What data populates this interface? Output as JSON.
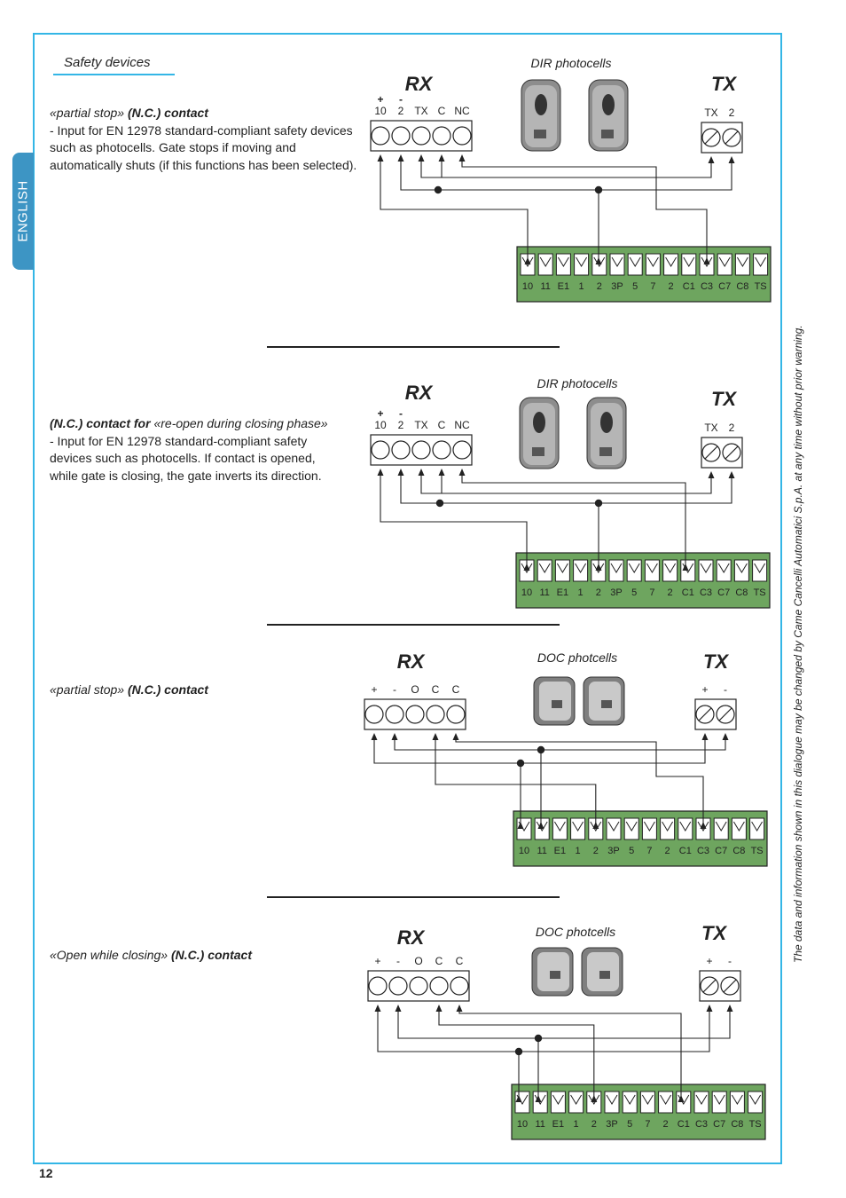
{
  "page": {
    "tab_label": "ENGLISH",
    "page_number": "12",
    "sidenote": "The data and information shown in this dialogue may be changed by Came Cancelli Automatici S.p.A. at any time without prior warning.",
    "heading": "Safety devices",
    "accent_color": "#33b6e6",
    "tab_color": "#3d95c4",
    "terminal_green": "#6ea55f"
  },
  "sections": [
    {
      "title_prefix": "«partial stop» ",
      "title_bold": "(N.C.) contact",
      "title_suffix": "",
      "body": "- Input for EN 12978 standard-compliant safety devices such as photocells. Gate stops if moving and automatically shuts (if this functions has been selected).",
      "photocells_label": "DIR photocells",
      "rx_label": "RX",
      "tx_label": "TX"
    },
    {
      "title_prefix": "",
      "title_bold": "(N.C.) contact for ",
      "title_suffix": "«re-open during closing phase»",
      "body": "- Input for EN 12978 standard-compliant safety devices such as photocells. If contact is opened, while gate is closing, the gate inverts its direction.",
      "photocells_label": "DIR photocells",
      "rx_label": "RX",
      "tx_label": "TX"
    },
    {
      "title_prefix": "«partial stop» ",
      "title_bold": "(N.C.) contact",
      "title_suffix": "",
      "body": "",
      "photocells_label": "DOC photcells",
      "rx_label": "RX",
      "tx_label": "TX"
    },
    {
      "title_prefix": "«Open while closing» ",
      "title_bold": "(N.C.) contact",
      "title_suffix": "",
      "body": "",
      "photocells_label": "DOC photcells",
      "rx_label": "RX",
      "tx_label": "TX"
    }
  ],
  "terminals": {
    "dir_rx": [
      "10",
      "2",
      "TX",
      "C",
      "NC"
    ],
    "dir_rx_polarity": [
      "+",
      "-"
    ],
    "dir_tx": [
      "TX",
      "2"
    ],
    "doc_rx": [
      "+",
      "-",
      "O",
      "C",
      "C"
    ],
    "doc_tx": [
      "+",
      "-"
    ],
    "board": [
      "10",
      "11",
      "E1",
      "1",
      "2",
      "3P",
      "5",
      "7",
      "2",
      "C1",
      "C3",
      "C7",
      "C8",
      "TS"
    ]
  }
}
